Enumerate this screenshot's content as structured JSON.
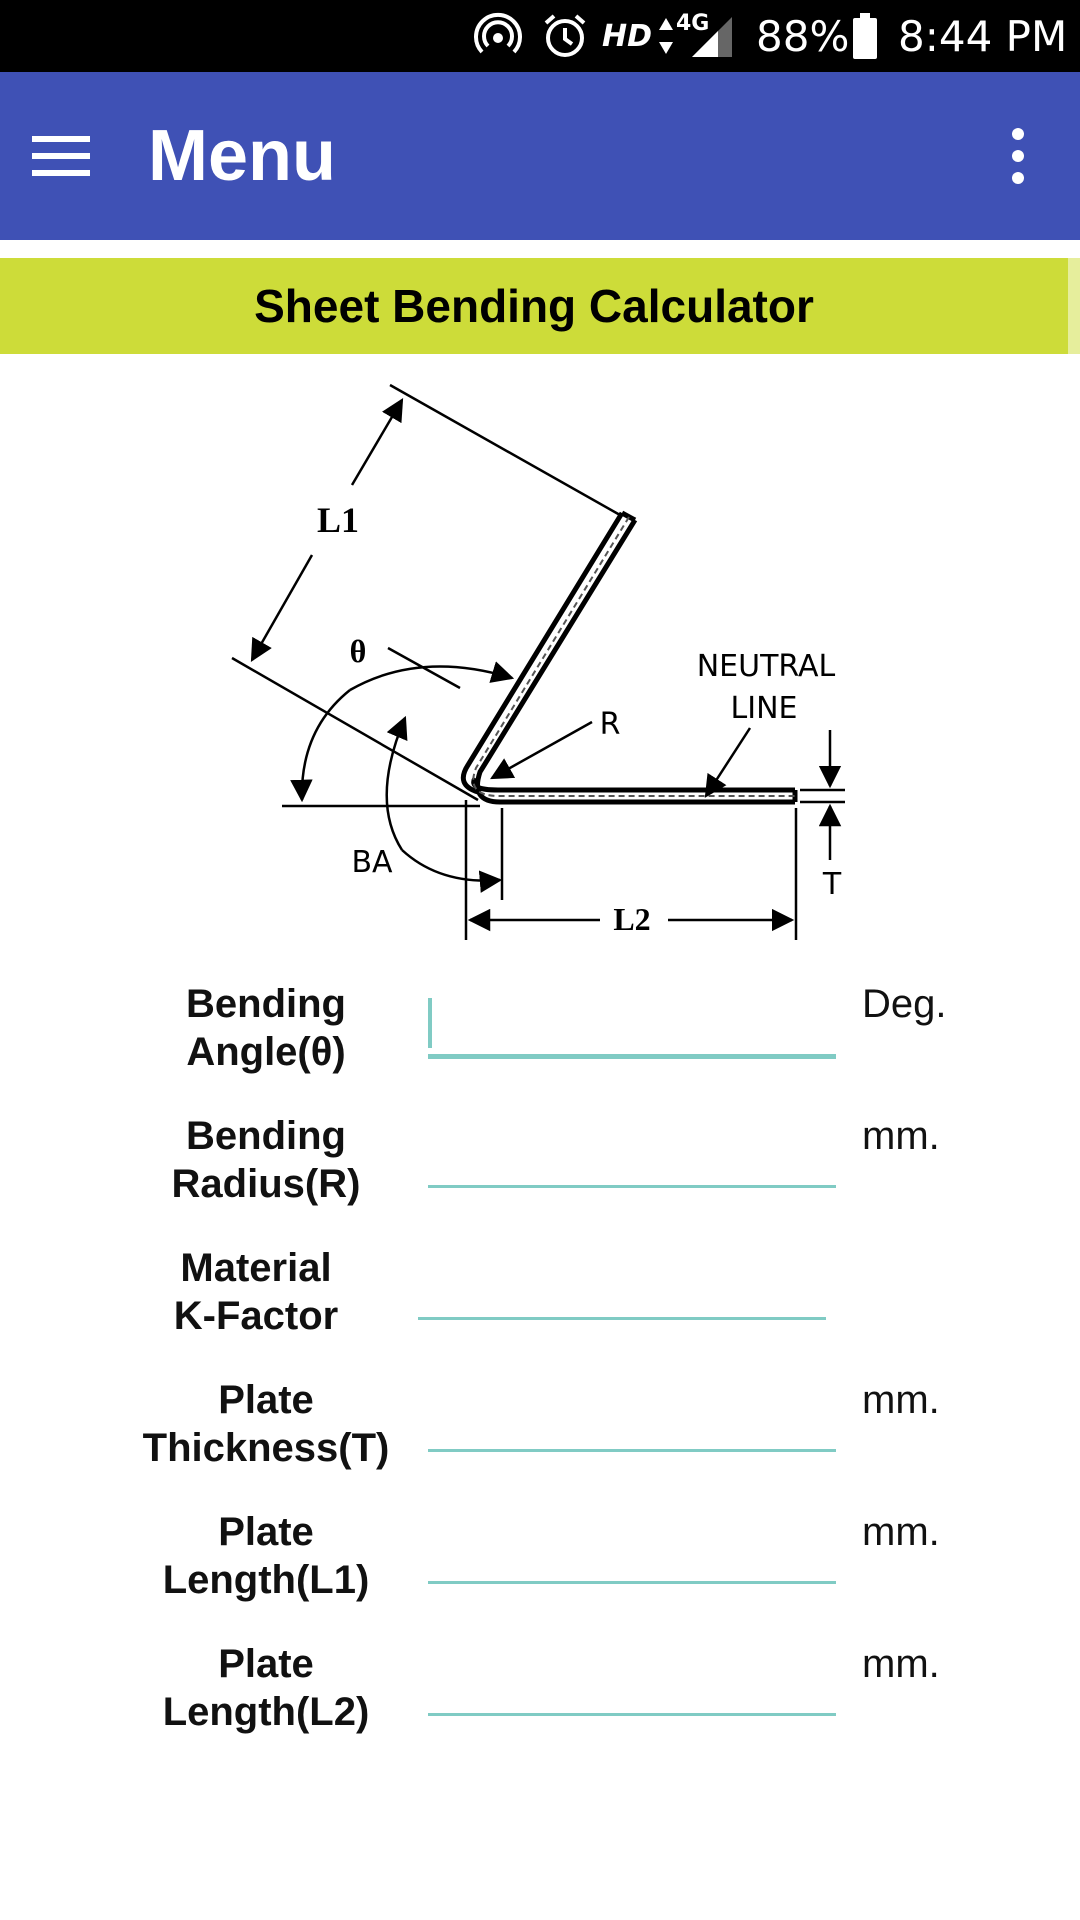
{
  "status_bar": {
    "network_type": "HD",
    "signal_label": "4G",
    "battery": "88%",
    "time": "8:44 PM"
  },
  "app_bar": {
    "title": "Menu",
    "menu_icon": "hamburger-menu-icon",
    "overflow_icon": "more-vertical-icon",
    "background": "#3f51b5"
  },
  "banner": {
    "title": "Sheet Bending Calculator",
    "background": "#cddc39"
  },
  "diagram": {
    "labels": {
      "l1": "L1",
      "l2": "L2",
      "theta": "θ",
      "radius": "R",
      "neutral_line_1": "NEUTRAL",
      "neutral_line_2": "LINE",
      "bend_allowance": "BA",
      "thickness": "T"
    }
  },
  "form": {
    "accent": "#80cbc4",
    "fields": [
      {
        "label_line1": "Bending",
        "label_line2": "Angle(θ)",
        "value": "",
        "unit": "Deg."
      },
      {
        "label_line1": "Bending",
        "label_line2": "Radius(R)",
        "value": "",
        "unit": "mm."
      },
      {
        "label_line1": "Material",
        "label_line2": "K-Factor",
        "value": "",
        "unit": ""
      },
      {
        "label_line1": "Plate",
        "label_line2": "Thickness(T)",
        "value": "",
        "unit": "mm."
      },
      {
        "label_line1": "Plate",
        "label_line2": "Length(L1)",
        "value": "",
        "unit": "mm."
      },
      {
        "label_line1": "Plate",
        "label_line2": "Length(L2)",
        "value": "",
        "unit": "mm."
      }
    ]
  }
}
